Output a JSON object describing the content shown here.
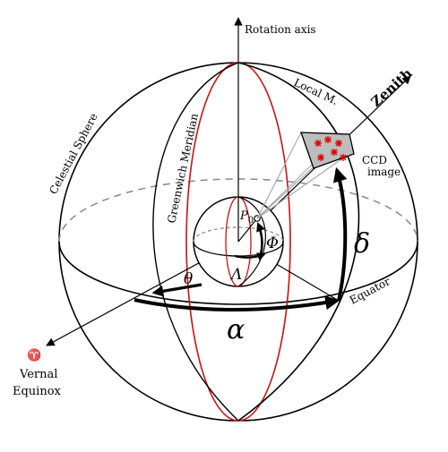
{
  "labels": {
    "rotation_axis": "Rotation axis",
    "zenith": "Zenith",
    "local_meridian": "Local M.",
    "celestial_sphere": "Celestial Sphere",
    "greenwich_meridian": "Greenwich Meridian",
    "ccd_line1": "CCD",
    "ccd_line2": "image",
    "p0_main": "P",
    "p0_sub": "0",
    "phi": "Φ",
    "lambda": "Λ",
    "theta": "θ",
    "delta": "δ",
    "alpha": "α",
    "equator": "Equator",
    "aries_symbol": "♈",
    "vernal": "Vernal",
    "equinox": "Equinox"
  },
  "colors": {
    "line": "#000000",
    "meridian": "#cc1111",
    "dashed": "#888888",
    "ccd_fill": "#bdbdbd",
    "ray": "#aaaaaa",
    "star": "#dd0000"
  }
}
